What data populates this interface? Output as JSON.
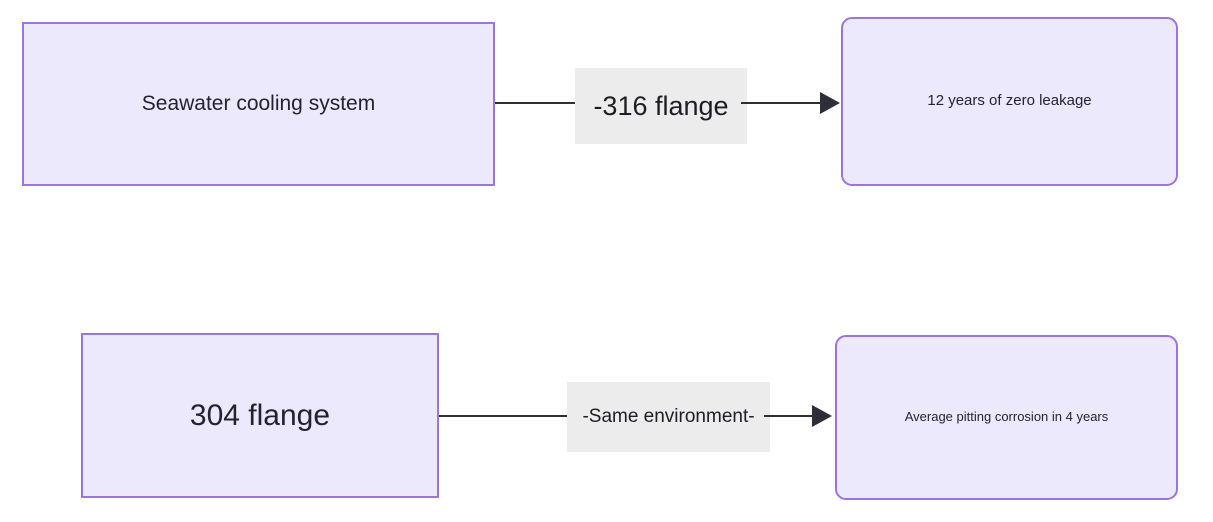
{
  "diagram": {
    "type": "flowchart",
    "direction": "left-to-right",
    "background_color": "#ffffff",
    "node_fill_color": "#ece9fd",
    "node_border_color": "#9a75e0",
    "edge_color": "#2e2e38",
    "edge_label_background": "#ececec",
    "nodes": [
      {
        "id": "n1",
        "label": "Seawater cooling system",
        "shape": "rectangle"
      },
      {
        "id": "n2",
        "label": "12 years of zero leakage",
        "shape": "rounded-rectangle"
      },
      {
        "id": "n3",
        "label": "304 flange",
        "shape": "rectangle"
      },
      {
        "id": "n4",
        "label": "Average pitting corrosion in 4 years",
        "shape": "rounded-rectangle"
      }
    ],
    "edges": [
      {
        "id": "e1",
        "from": "n1",
        "to": "n2",
        "label": "-316 flange",
        "arrow": "arrow-right-icon"
      },
      {
        "id": "e2",
        "from": "n3",
        "to": "n4",
        "label": "-Same environment-",
        "arrow": "arrow-right-icon"
      }
    ]
  }
}
